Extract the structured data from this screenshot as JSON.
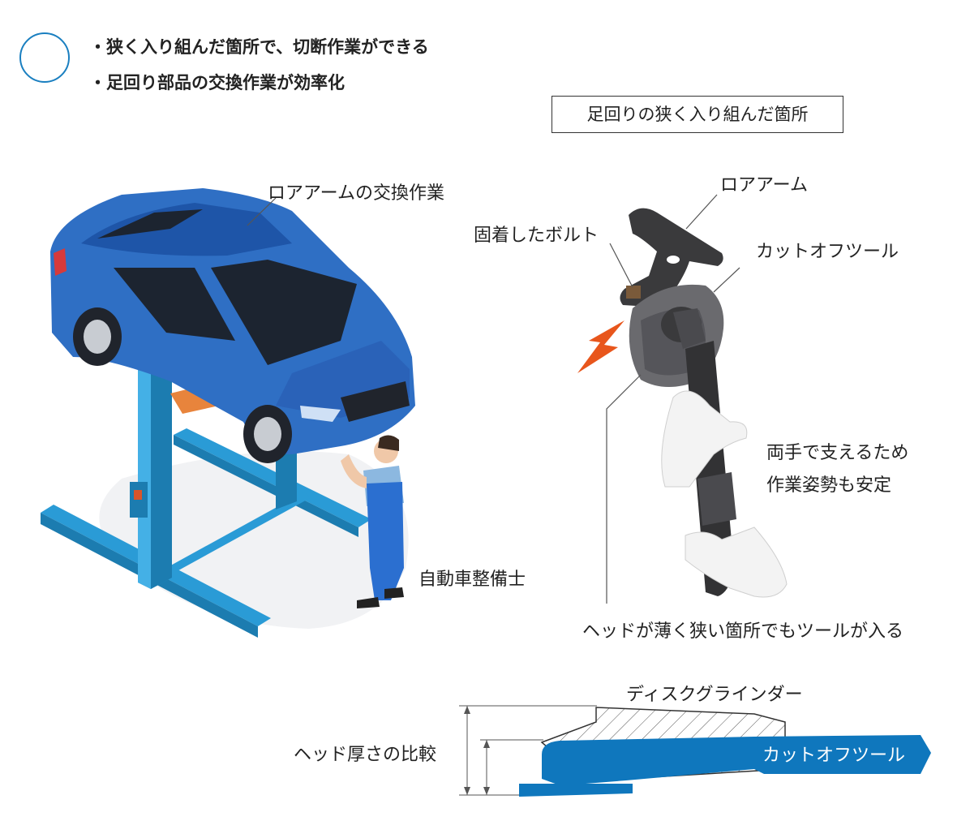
{
  "benefits": [
    "・狭く入り組んだ箇所で、切断作業ができる",
    "・足回り部品の交換作業が効率化"
  ],
  "labels": {
    "narrow_area": "足回りの狭く入り組んだ箇所",
    "lower_arm_replace": "ロアアームの交換作業",
    "lower_arm": "ロアアーム",
    "stuck_bolt": "固着したボルト",
    "cutoff_tool": "カットオフツール",
    "two_hands_line1": "両手で支えるため",
    "two_hands_line2": "作業姿勢も安定",
    "mechanic": "自動車整備士",
    "thin_head": "ヘッドが薄く狭い箇所でもツールが入る",
    "disc_grinder": "ディスクグラインダー",
    "head_compare": "ヘッド厚さの比較",
    "cutoff_tool_profile": "カットオフツール"
  },
  "colors": {
    "accent_blue": "#1a7fc0",
    "car_blue": "#2f6fc4",
    "lift_blue": "#2a9bd6",
    "tool_blue": "#0f77bd",
    "spark_orange": "#e8561c",
    "dark_metal": "#3a3a3c"
  }
}
